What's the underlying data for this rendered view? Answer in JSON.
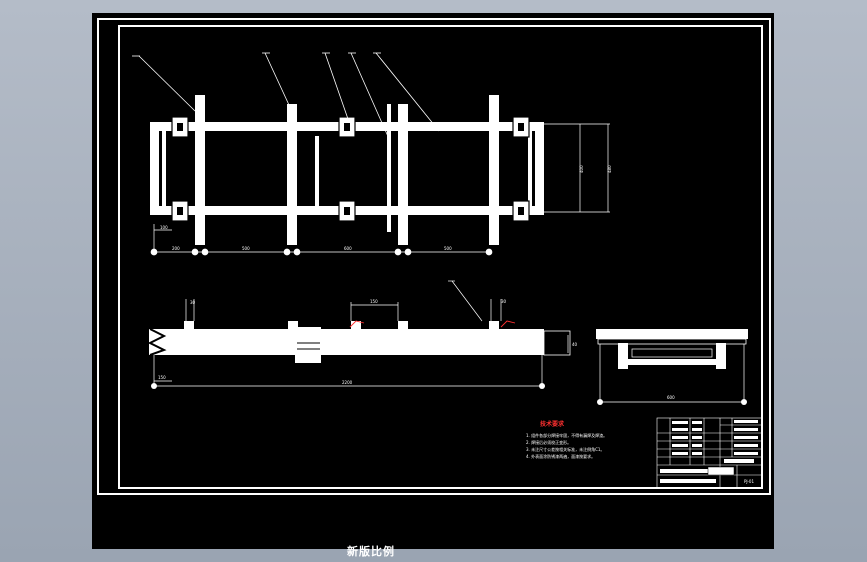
{
  "layout_tab": {
    "label": "新版比例"
  },
  "colors": {
    "background": "#000000",
    "geometry": "#ffffff",
    "annotation": "#ff3030",
    "window": "#a8b0bc"
  },
  "technical_requirements": {
    "title": "技术要求",
    "lines": [
      "1. 组件各部分焊接牢固，不得有漏焊及焊渣。",
      "2. 焊接后必须校正变形。",
      "3. 未注尺寸公差按相关标准，未注倒角C1。",
      "4. 外表面涂防锈漆两遍，面漆按要求。"
    ]
  },
  "title_block": {
    "drawing_number": "PJ-01"
  }
}
